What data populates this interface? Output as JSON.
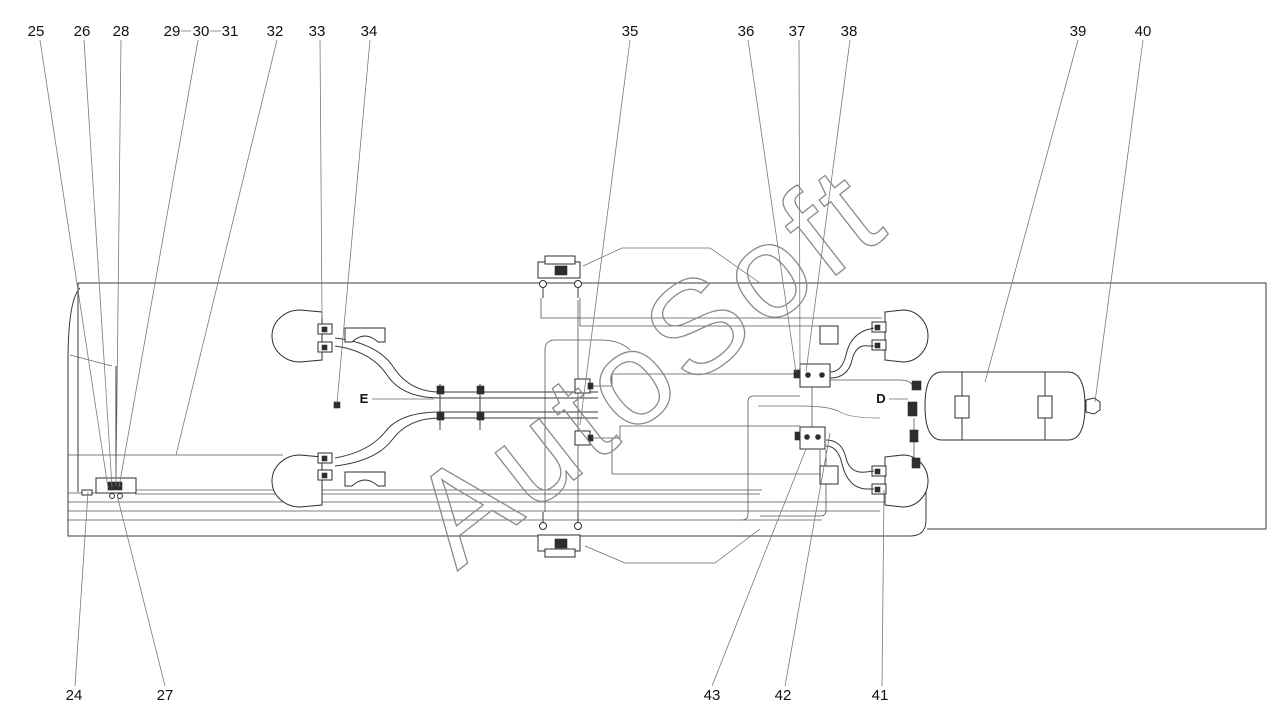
{
  "watermark": "AutoSoft",
  "callouts_top": [
    "25",
    "26",
    "28",
    "29",
    "30",
    "31",
    "32",
    "33",
    "34",
    "35",
    "36",
    "37",
    "38",
    "39",
    "40"
  ],
  "callouts_bottom": [
    "24",
    "27",
    "43",
    "42",
    "41"
  ],
  "port_labels": {
    "e": "E",
    "d": "D"
  },
  "colors": {
    "background": "#ffffff",
    "line": "#3a3a3a",
    "leader": "#7a7a7a",
    "watermark_stroke": "#8a8a8a"
  }
}
